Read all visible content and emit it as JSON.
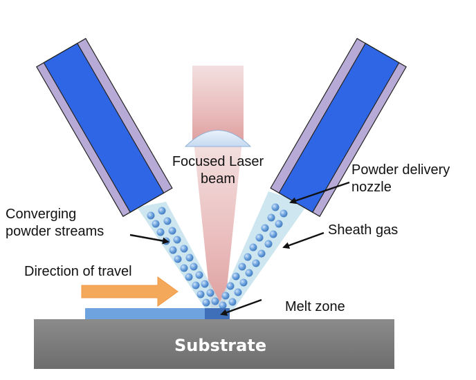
{
  "diagram": {
    "labels": {
      "focused_laser_line1": "Focused Laser",
      "focused_laser_line2": "beam",
      "powder_nozzle_line1": "Powder delivery",
      "powder_nozzle_line2": "nozzle",
      "converging_line1": "Converging",
      "converging_line2": "powder streams",
      "sheath_gas": "Sheath gas",
      "direction_of_travel": "Direction of travel",
      "melt_zone": "Melt zone",
      "substrate": "Substrate"
    },
    "colors": {
      "nozzle_body": "#2f66e6",
      "nozzle_sheath": "#b8aad6",
      "laser_beam": "#e7b3b3",
      "lens": "#cfe0f4",
      "powder_cone": "#c4e2ec",
      "powder_particle": "#5b95d4",
      "substrate": "#7a7a7a",
      "deposit_layer": "#6fa3e0",
      "travel_arrow": "#f4a85a"
    }
  }
}
